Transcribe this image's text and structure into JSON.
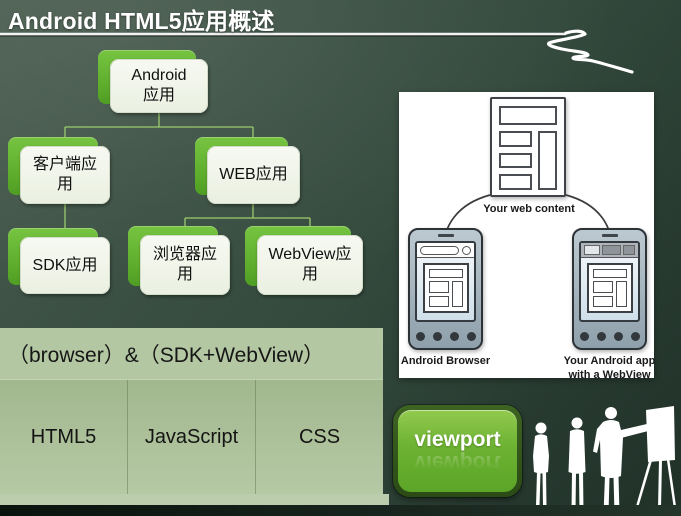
{
  "slide_title": "Android HTML5应用概述",
  "org_chart": {
    "root": "Android\n应用",
    "client": "客户端应\n用",
    "web": "WEB应用",
    "sdk": "SDK应用",
    "browser": "浏览器应\n用",
    "webview": "WebView应\n用"
  },
  "tech_table": {
    "header": "（browser）&（SDK+WebView）",
    "cells": [
      "HTML5",
      "JavaScript",
      "CSS"
    ]
  },
  "webview_figure": {
    "web_content_label": "Your web content",
    "left_phone_label": "Android Browser",
    "right_phone_label": "Your Android app with a WebView"
  },
  "viewport_badge": {
    "label": "viewport"
  },
  "colors": {
    "background_dark_green": "#33483c",
    "accent_green": "#64b92f",
    "box_face": "#f1f5ea",
    "connector_green": "#9ccb6e",
    "table_header_bg": "#b4c7a3",
    "table_body_bg": "#aabf97",
    "badge_green": "#6fb433",
    "panel_bg": "#ffffff",
    "title_text": "#ffffff"
  }
}
